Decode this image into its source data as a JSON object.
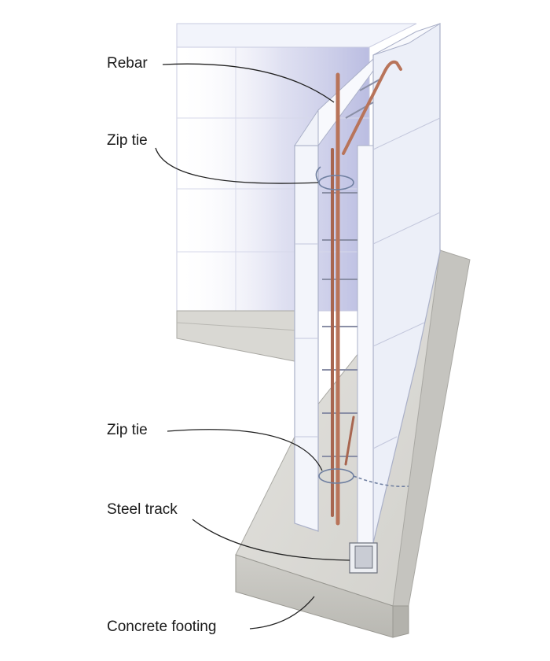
{
  "labels": {
    "rebar": "Rebar",
    "zip_tie_top": "Zip tie",
    "zip_tie_bottom": "Zip tie",
    "steel_track": "Steel track",
    "concrete_footing": "Concrete footing"
  },
  "colors": {
    "foam": "#eef1fa",
    "foam_shadow": "#c9cbe8",
    "concrete": "#d8d7d2",
    "concrete_edge": "#a9a8a3",
    "rebar": "#b8745a",
    "leader": "#222222",
    "zip_tie": "#6f7fa0"
  }
}
